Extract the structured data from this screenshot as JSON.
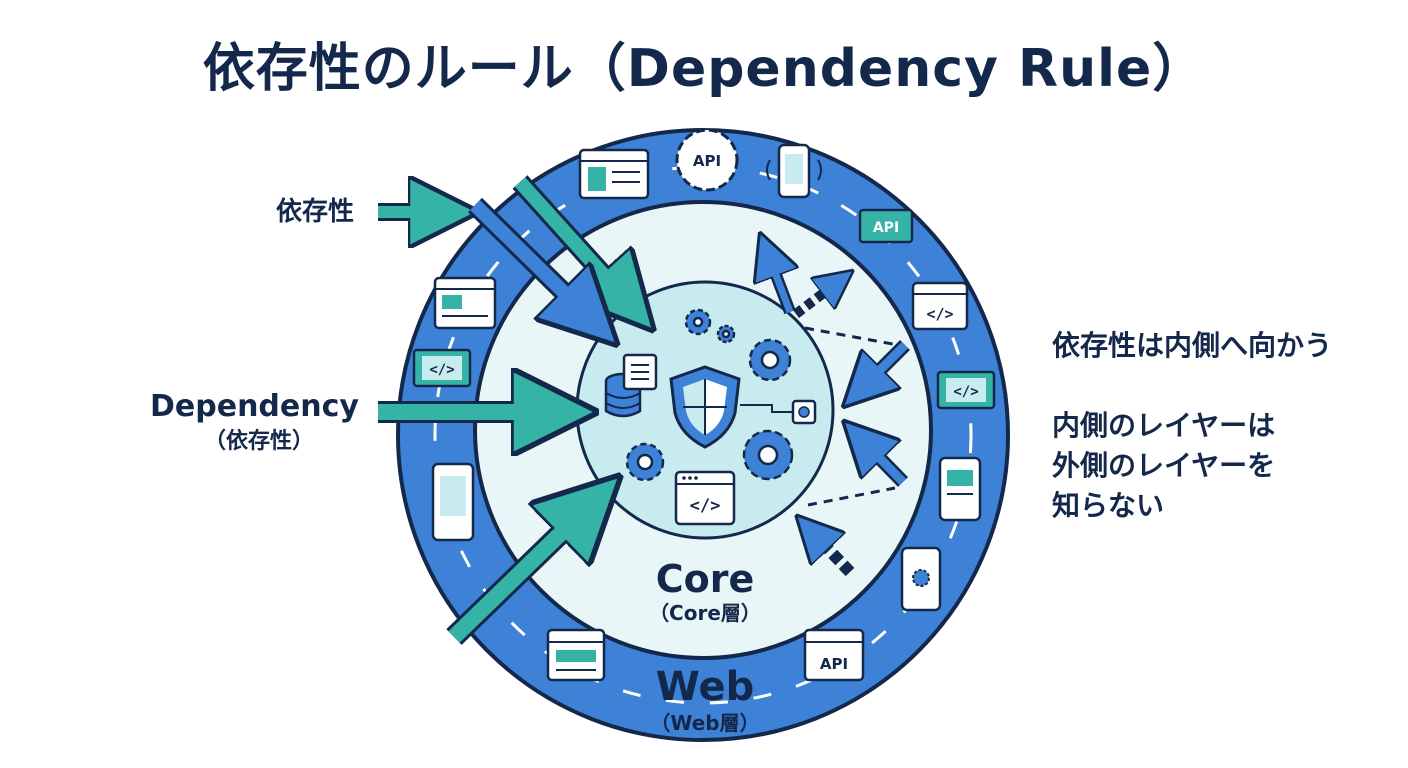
{
  "title": "依存性のルール（Dependency Rule）",
  "left_labels": {
    "top": "依存性",
    "middle": "Dependency",
    "middle_sub": "（依存性）"
  },
  "right_labels": {
    "rule": "依存性は内側へ向かう",
    "line1": "内側のレイヤーは",
    "line2": "外側のレイヤーを",
    "line3": "知らない"
  },
  "rings": {
    "core_label": "Core",
    "core_sub": "（Core層）",
    "web_label": "Web",
    "web_sub": "（Web層）"
  },
  "ring_icons": {
    "api_gear": "API",
    "api_top_right": "API",
    "api_bottom": "API",
    "code": "</>"
  },
  "colors": {
    "outer_ring": "#3d82d6",
    "inner_ring": "#e9f6f8",
    "core": "#c7ebee",
    "teal": "#36b3a7",
    "navy": "#14284b",
    "blue": "#2f6fc4"
  },
  "icons": [
    "shield-icon",
    "database-icon",
    "document-icon",
    "gear-icon",
    "code-icon",
    "browser-icon",
    "mobile-icon",
    "api-gear-icon",
    "money-api-icon"
  ]
}
